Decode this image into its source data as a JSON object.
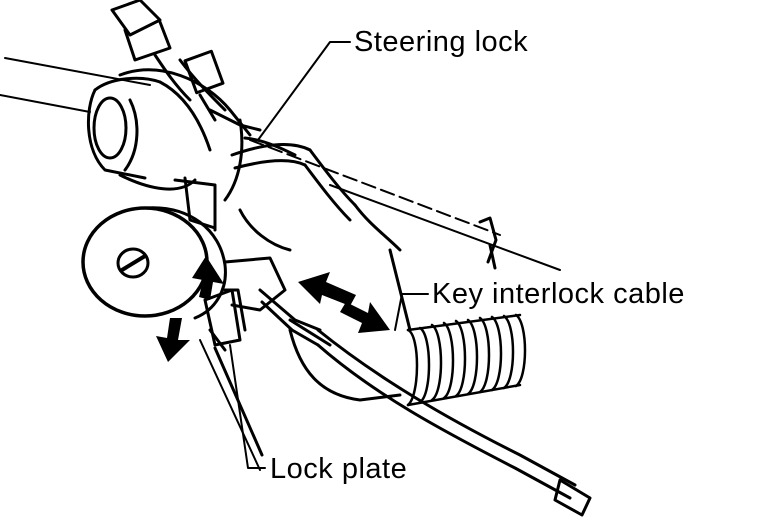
{
  "labels": {
    "steering_lock": "Steering lock",
    "key_interlock_cable": "Key interlock cable",
    "lock_plate": "Lock plate"
  },
  "colors": {
    "ink": "#000000",
    "paper": "#ffffff"
  }
}
